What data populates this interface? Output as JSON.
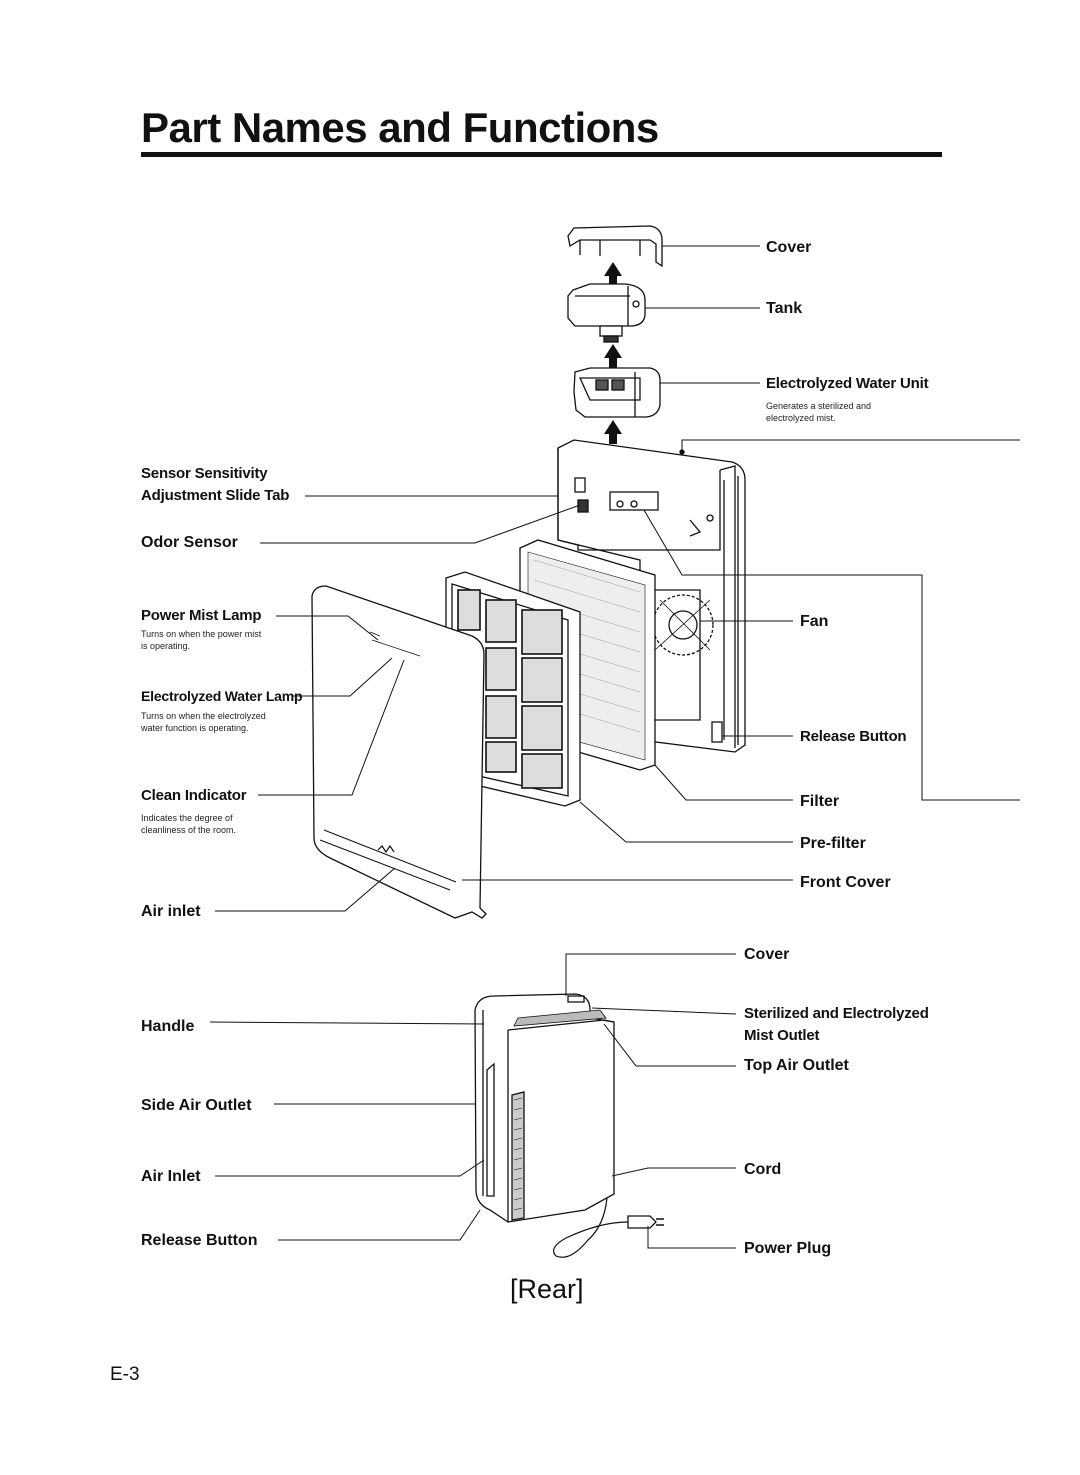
{
  "page": {
    "title": "Part Names and Functions",
    "caption": "[Rear]",
    "page_number": "E-3"
  },
  "exploded_view": {
    "right_labels": {
      "cover": "Cover",
      "tank": "Tank",
      "electrolyzed_water_unit": "Electrolyzed Water Unit",
      "electrolyzed_water_unit_note_1": "Generates a sterilized and",
      "electrolyzed_water_unit_note_2": "electrolyzed mist.",
      "fan": "Fan",
      "release_button": "Release Button",
      "filter": "Filter",
      "pre_filter": "Pre-filter",
      "front_cover": "Front Cover"
    },
    "left_labels": {
      "sensor_sensitivity_1": "Sensor Sensitivity",
      "sensor_sensitivity_2": "Adjustment Slide Tab",
      "odor_sensor": "Odor Sensor",
      "power_mist_lamp": "Power Mist Lamp",
      "power_mist_lamp_note_1": "Turns on when the power mist",
      "power_mist_lamp_note_2": "is operating.",
      "electrolyzed_water_lamp": "Electrolyzed Water Lamp",
      "electrolyzed_water_lamp_note_1": "Turns on when the electrolyzed",
      "electrolyzed_water_lamp_note_2": "water function is operating.",
      "clean_indicator": "Clean Indicator",
      "clean_indicator_note_1": "Indicates the degree of",
      "clean_indicator_note_2": "cleanliness of the room.",
      "air_inlet": "Air inlet"
    }
  },
  "rear_view": {
    "left_labels": {
      "handle": "Handle",
      "side_air_outlet": "Side Air Outlet",
      "air_inlet": "Air Inlet",
      "release_button": "Release Button"
    },
    "right_labels": {
      "cover": "Cover",
      "mist_outlet_1": "Sterilized and Electrolyzed",
      "mist_outlet_2": "Mist Outlet",
      "top_air_outlet": "Top Air Outlet",
      "cord": "Cord",
      "power_plug": "Power Plug"
    }
  }
}
